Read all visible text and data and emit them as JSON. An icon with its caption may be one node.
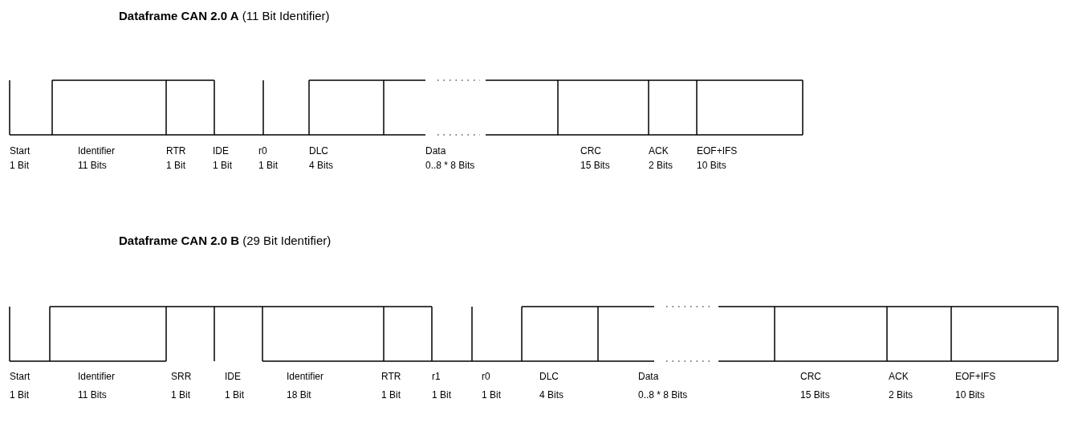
{
  "diagram": {
    "labels": [
      "**Dataframe CAN 2.0 A** (11 Bit Identifier)",
      "Start",
      "Identifier",
      "RTR",
      "IDE",
      "r0",
      "DLC",
      "Data",
      "CRC",
      "ACK",
      "EOF+IFS",
      "1 Bit",
      "11 Bits",
      "1 Bit",
      "1 Bit",
      "1 Bit",
      "4 Bits",
      "0..8 * 8 Bits",
      "15 Bits",
      "2 Bits",
      "10 Bits",
      "**Dataframe CAN 2.0 B** (29 Bit Identifier)",
      "Start",
      "Identifier",
      "SRR",
      "IDE",
      "Identifier",
      "RTR",
      "r1",
      "r0",
      "DLC",
      "Data",
      "CRC",
      "ACK",
      "EOF+IFS",
      "1 Bit",
      "11 Bits",
      "1 Bit",
      "1 Bit",
      "18 Bit",
      "1 Bit",
      "1 Bit",
      "1 Bit",
      "4 Bits",
      "0..8 * 8 Bits",
      "15 Bits",
      "2 Bits",
      "10 Bits"
    ]
  }
}
